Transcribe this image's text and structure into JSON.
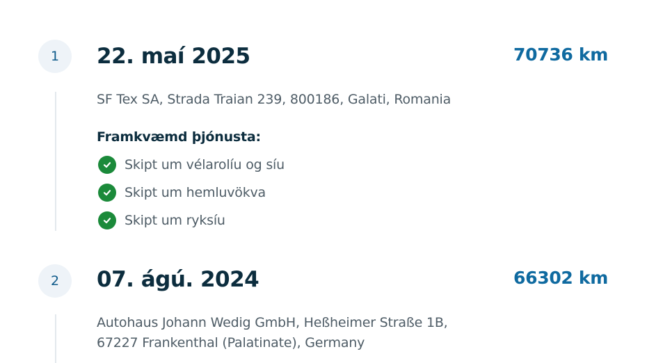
{
  "entries": [
    {
      "number": "1",
      "date": "22. maí 2025",
      "mileage": "70736 km",
      "address": "SF Tex SA, Strada Traian 239, 800186, Galati, Romania",
      "services_heading": "Framkvæmd þjónusta:",
      "services": [
        "Skipt um vélarolíu og síu",
        "Skipt um hemluvökva",
        "Skipt um ryksíu"
      ]
    },
    {
      "number": "2",
      "date": "07. ágú. 2024",
      "mileage": "66302 km",
      "address_lines": [
        "Autohaus Johann Wedig GmbH, Heßheimer Straße 1B,",
        "67227 Frankenthal (Palatinate), Germany"
      ]
    }
  ],
  "colors": {
    "accent": "#0f6aa0",
    "check": "#1b8a3a",
    "heading": "#0c2d3e",
    "body_text": "#4e5c66",
    "badge_bg": "#eef3f8"
  },
  "icons": {
    "service_done": "check-circle-icon"
  }
}
